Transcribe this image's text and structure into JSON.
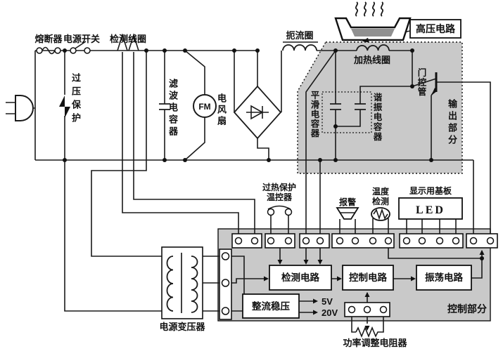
{
  "colors": {
    "shaded": "#c9c9c9",
    "line": "#1a1a1a",
    "pan_fill": "#909090",
    "background": "#ffffff"
  },
  "labels": {
    "fuse": "熔断器",
    "power_switch": "电源开关",
    "detect_coil": "检测线圈",
    "overvoltage": "过压保护",
    "filter_cap": "滤波电容器",
    "fan_mark": "FM",
    "fan": "电风扇",
    "choke": "扼流圈",
    "hv_circuit": "高压电路",
    "heating_coil": "加热线圈",
    "gate_tube": "门控管",
    "smooth_cap": "平滑电容器",
    "resonant_cap": "谐振电容器",
    "output_section": "输出部分",
    "overheat_l1": "过热保护",
    "overheat_l2": "温控器",
    "alarm": "报警",
    "temp_l1": "温度",
    "temp_l2": "检测",
    "display_board": "显示用基板",
    "led": "LED",
    "detect_circuit": "检测电路",
    "control_circuit": "控制电路",
    "osc_circuit": "振荡电路",
    "rect_reg": "整流稳压",
    "v5": "5V",
    "v20": "20V",
    "transformer": "电源变压器",
    "power_resistor": "功率调整电阻器",
    "control_section": "控制部分"
  }
}
